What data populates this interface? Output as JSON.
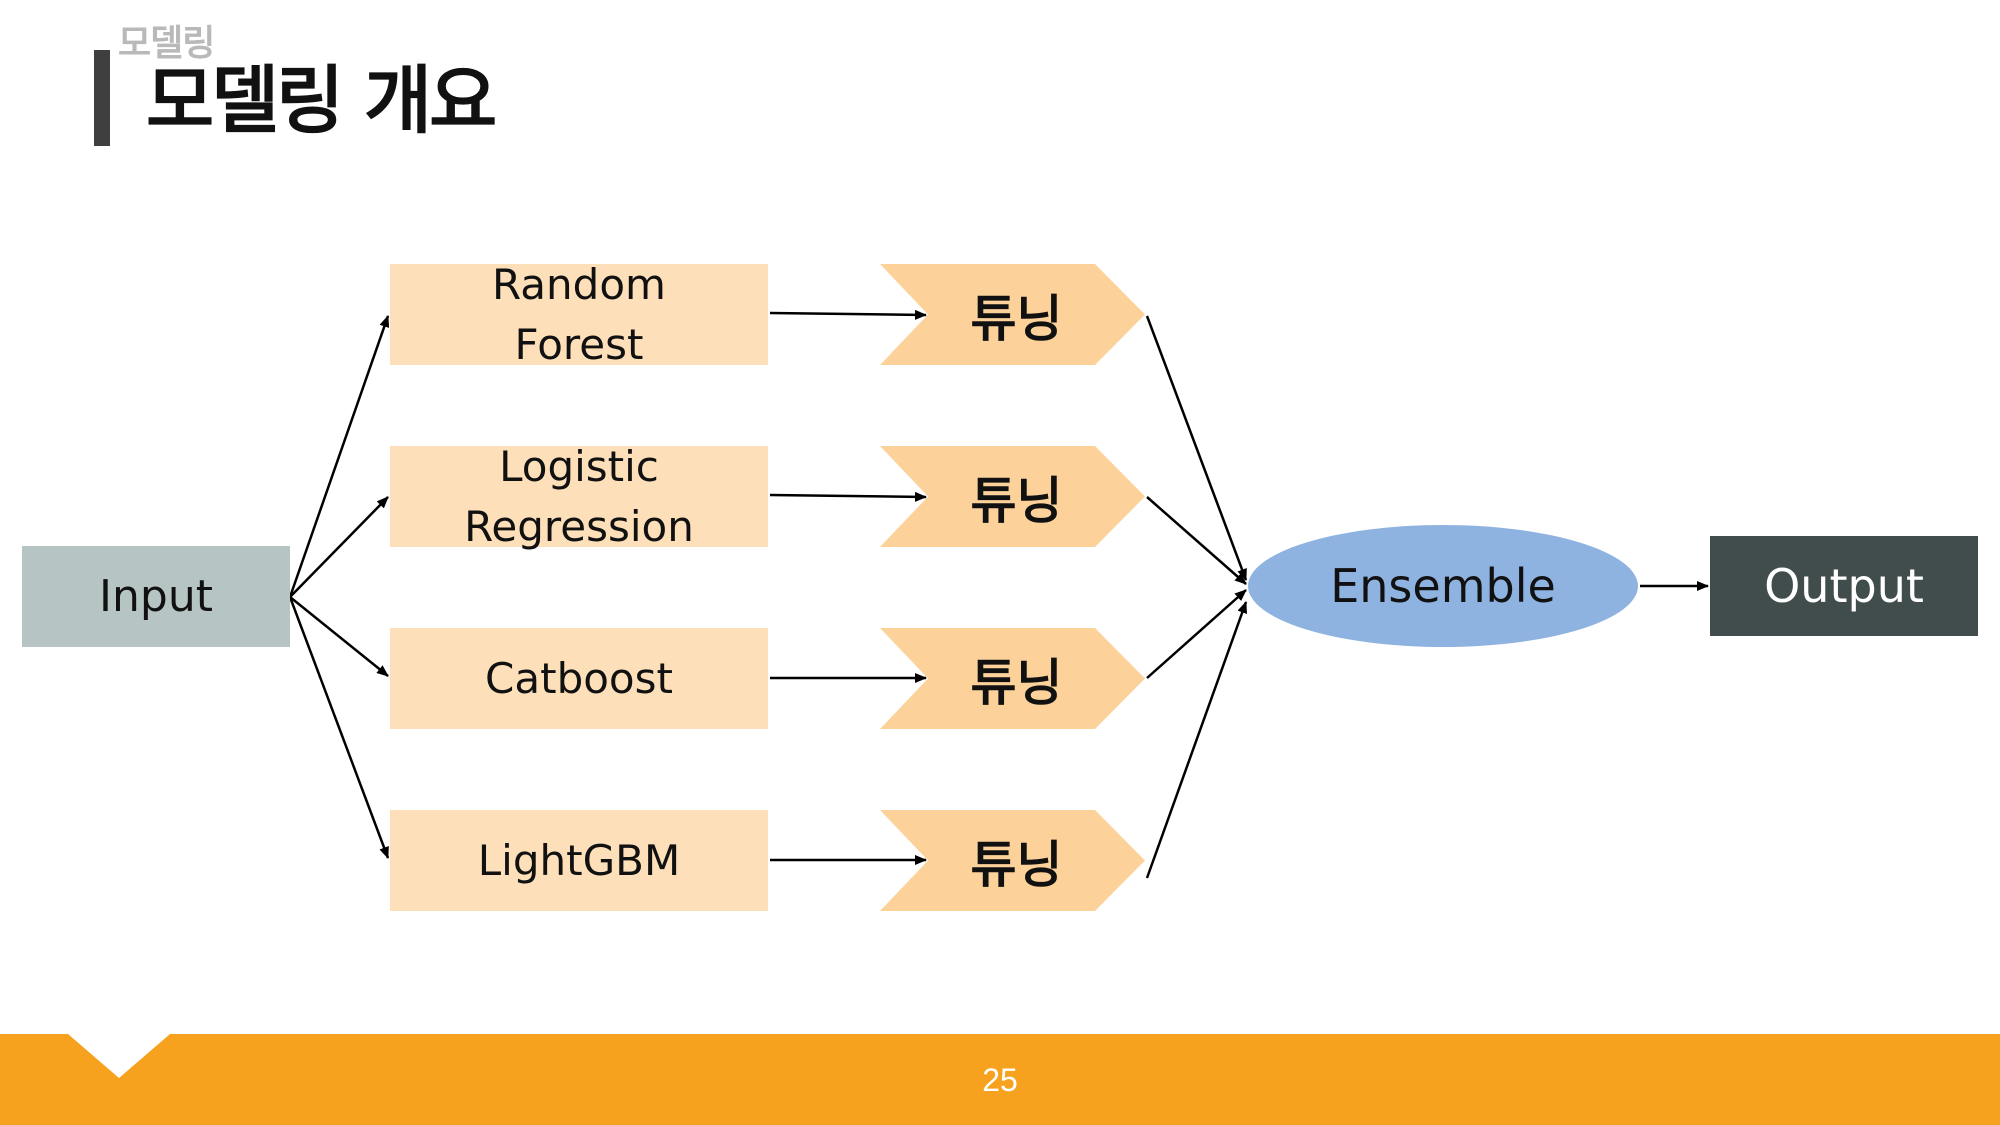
{
  "header": {
    "section_label": "모델링",
    "title": "모델링 개요"
  },
  "diagram": {
    "input_label": "Input",
    "models": [
      {
        "line1": "Random",
        "line2": "Forest"
      },
      {
        "line1": "Logistic",
        "line2": "Regression"
      },
      {
        "line1": "Catboost",
        "line2": ""
      },
      {
        "line1": "LightGBM",
        "line2": ""
      }
    ],
    "tuning_label": "튜닝",
    "ensemble_label": "Ensemble",
    "output_label": "Output"
  },
  "footer": {
    "page_number": "25"
  },
  "colors": {
    "input": "#b6c4c4",
    "model": "#fde0b9",
    "tuning": "#fcd29a",
    "ensemble": "#8fb3e0",
    "output": "#414c4c",
    "footer": "#f7a21e"
  }
}
